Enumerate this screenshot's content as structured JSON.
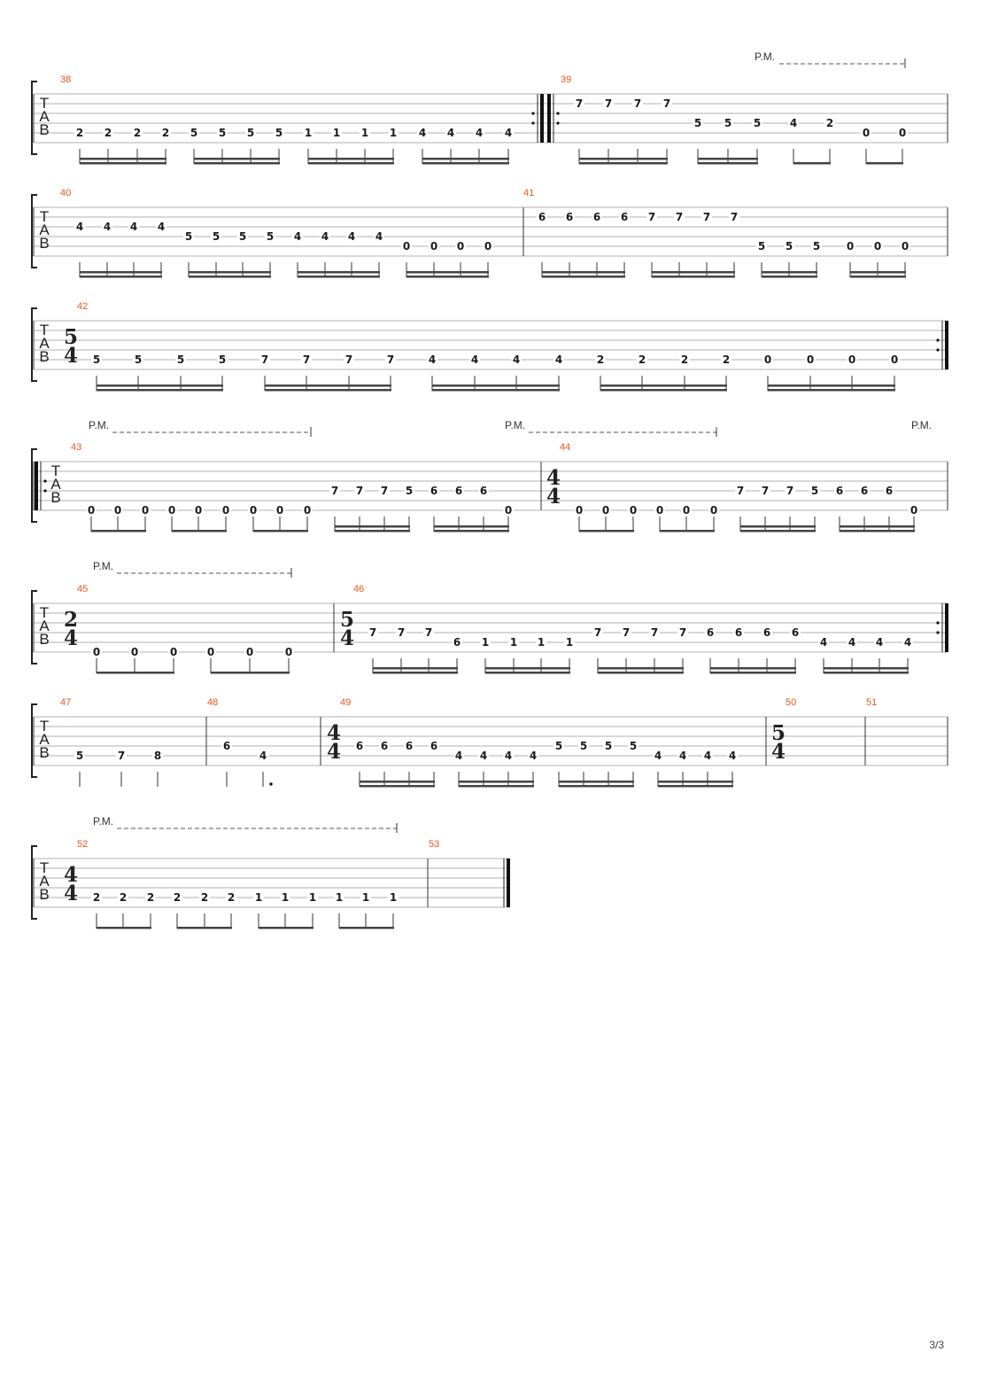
{
  "page": {
    "number": "3/3"
  },
  "tab_clef": [
    "T",
    "A",
    "B"
  ],
  "pm_label": "P.M.",
  "systems": [
    {
      "measures": [
        {
          "number": "38",
          "notes": [
            "2",
            "2",
            "2",
            "2",
            "5",
            "5",
            "5",
            "5",
            "1",
            "1",
            "1",
            "1",
            "4",
            "4",
            "4",
            "4"
          ],
          "end_repeat": true
        },
        {
          "number": "39",
          "start_repeat": true,
          "notes": [
            "7",
            "7",
            "7",
            "7",
            "5",
            "5",
            "5",
            "4",
            "2",
            "0",
            "0"
          ]
        }
      ],
      "palm_mute": [
        {
          "label": "P.M."
        }
      ]
    },
    {
      "measures": [
        {
          "number": "40",
          "notes": [
            "4",
            "4",
            "4",
            "4",
            "5",
            "5",
            "5",
            "5",
            "4",
            "4",
            "4",
            "4",
            "0",
            "0",
            "0",
            "0"
          ]
        },
        {
          "number": "41",
          "notes": [
            "6",
            "6",
            "6",
            "6",
            "7",
            "7",
            "7",
            "7",
            "5",
            "5",
            "5",
            "0",
            "0",
            "0"
          ]
        }
      ]
    },
    {
      "measures": [
        {
          "number": "42",
          "time_signature": [
            "5",
            "4"
          ],
          "notes": [
            "5",
            "5",
            "5",
            "5",
            "7",
            "7",
            "7",
            "7",
            "4",
            "4",
            "4",
            "4",
            "2",
            "2",
            "2",
            "2",
            "0",
            "0",
            "0",
            "0"
          ],
          "end_repeat": true
        }
      ]
    },
    {
      "measures": [
        {
          "number": "43",
          "start_repeat": true,
          "notes": [
            "0",
            "0",
            "0",
            "0",
            "0",
            "0",
            "0",
            "0",
            "0",
            "7",
            "7",
            "7",
            "5",
            "6",
            "6",
            "6",
            "0"
          ]
        },
        {
          "number": "44",
          "time_signature": [
            "4",
            "4"
          ],
          "notes": [
            "0",
            "0",
            "0",
            "0",
            "0",
            "0",
            "7",
            "7",
            "7",
            "5",
            "6",
            "6",
            "6",
            "0"
          ]
        }
      ],
      "palm_mute": [
        {
          "label": "P.M."
        },
        {
          "label": "P.M."
        },
        {
          "label": "P.M."
        }
      ]
    },
    {
      "measures": [
        {
          "number": "45",
          "time_signature": [
            "2",
            "4"
          ],
          "notes": [
            "0",
            "0",
            "0",
            "0",
            "0",
            "0"
          ]
        },
        {
          "number": "46",
          "time_signature": [
            "5",
            "4"
          ],
          "notes": [
            "7",
            "7",
            "7",
            "6",
            "1",
            "1",
            "1",
            "1",
            "7",
            "7",
            "7",
            "7",
            "6",
            "6",
            "6",
            "6",
            "4",
            "4",
            "4",
            "4"
          ],
          "end_repeat": true
        }
      ],
      "palm_mute": [
        {
          "label": "P.M."
        }
      ]
    },
    {
      "measures": [
        {
          "number": "47",
          "notes": [
            "5",
            "7",
            "8"
          ]
        },
        {
          "number": "48",
          "notes": [
            "6",
            "4"
          ]
        },
        {
          "number": "49",
          "time_signature": [
            "4",
            "4"
          ],
          "notes": [
            "6",
            "6",
            "6",
            "6",
            "4",
            "4",
            "4",
            "4",
            "5",
            "5",
            "5",
            "5",
            "4",
            "4",
            "4",
            "4"
          ]
        },
        {
          "number": "50",
          "time_signature": [
            "5",
            "4"
          ],
          "notes": []
        },
        {
          "number": "51",
          "notes": []
        }
      ]
    },
    {
      "measures": [
        {
          "number": "52",
          "time_signature": [
            "4",
            "4"
          ],
          "notes": [
            "2",
            "2",
            "2",
            "2",
            "2",
            "2",
            "1",
            "1",
            "1",
            "1",
            "1",
            "1"
          ]
        },
        {
          "number": "53",
          "notes": [],
          "final_barline": true
        }
      ],
      "palm_mute": [
        {
          "label": "P.M."
        }
      ]
    }
  ],
  "colors": {
    "bar_number": "#e8581c",
    "staff_line": "#b0b0b0",
    "ink": "#1a1a1a"
  }
}
